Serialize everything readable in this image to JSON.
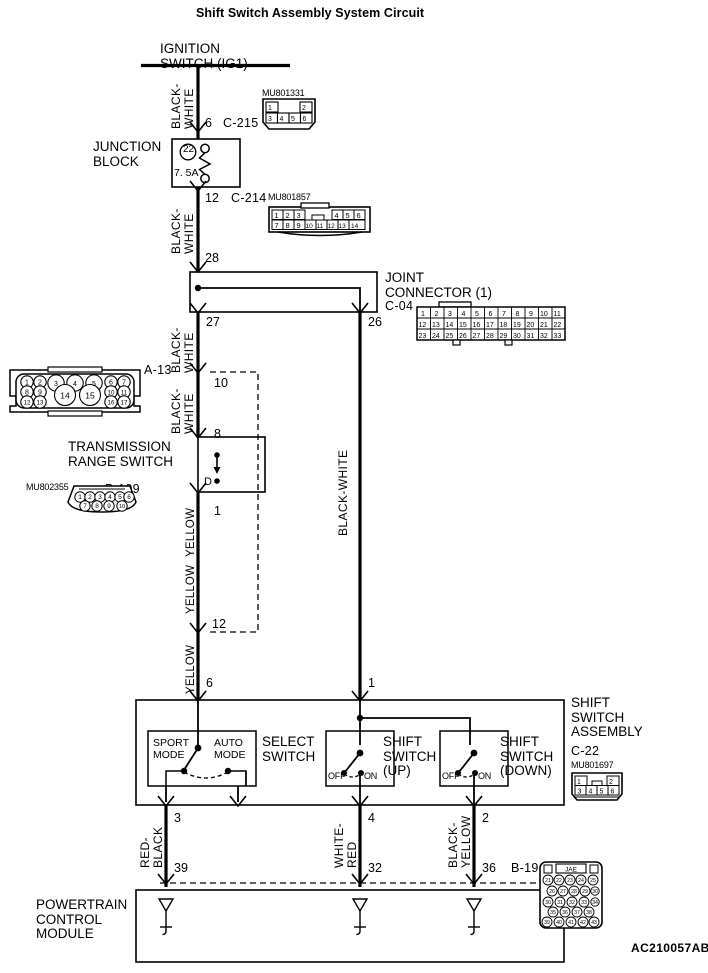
{
  "diagram": {
    "title": "Shift Switch Assembly System Circuit",
    "drawing_id": "AC210057AB"
  },
  "components": {
    "ignition_switch": {
      "label": "IGNITION\nSWITCH (IG1)"
    },
    "junction_block": {
      "label": "JUNCTION\nBLOCK",
      "fuse_number": "22",
      "fuse_rating": "7. 5A"
    },
    "joint_connector": {
      "label": "JOINT\nCONNECTOR (1)",
      "code": "C-04"
    },
    "transmission_range_switch": {
      "label": "TRANSMISSION\nRANGE SWITCH",
      "position_marker": "D"
    },
    "shift_switch_assembly": {
      "label": "SHIFT\nSWITCH\nASSEMBLY",
      "code": "C-22"
    },
    "select_switch": {
      "label": "SELECT\nSWITCH",
      "left_position": "SPORT\nMODE",
      "right_position": "AUTO\nMODE"
    },
    "shift_switch_up": {
      "label": "SHIFT\nSWITCH\n(UP)",
      "off": "OFF",
      "on": "ON"
    },
    "shift_switch_down": {
      "label": "SHIFT\nSWITCH\n(DOWN)",
      "off": "OFF",
      "on": "ON"
    },
    "powertrain_control_module": {
      "label": "POWERTRAIN\nCONTROL\nMODULE"
    }
  },
  "connectors": [
    {
      "name": "C-215",
      "part": "MU801331",
      "code": "C-215",
      "terminal": "6"
    },
    {
      "name": "C-214",
      "part": "MU801857",
      "code": "C-214",
      "terminal": "12"
    },
    {
      "name": "C-04",
      "part": "",
      "code": "C-04",
      "terminal": ""
    },
    {
      "name": "A-13",
      "part": "",
      "code": "A-13",
      "terminal": ""
    },
    {
      "name": "B-109",
      "part": "MU802355",
      "code": "B-109",
      "terminal": ""
    },
    {
      "name": "C-22",
      "part": "MU801697",
      "code": "C-22",
      "terminal": ""
    },
    {
      "name": "B-19",
      "part": "JAE",
      "code": "B-19",
      "terminal": "36"
    }
  ],
  "connector_pins": {
    "c215": {
      "row1": [
        "1",
        "",
        "",
        "2"
      ],
      "row2": [
        "3",
        "4",
        "5",
        "6"
      ]
    },
    "c214": {
      "row1": [
        "1",
        "2",
        "3",
        "",
        "",
        "4",
        "5",
        "6"
      ],
      "row2": [
        "7",
        "8",
        "9",
        "10",
        "11",
        "12",
        "13",
        "14"
      ]
    },
    "c04": {
      "row1": [
        "1",
        "2",
        "3",
        "4",
        "5",
        "6",
        "7",
        "8",
        "9",
        "10",
        "11"
      ],
      "row2": [
        "12",
        "13",
        "14",
        "15",
        "16",
        "17",
        "18",
        "19",
        "20",
        "21",
        "22"
      ],
      "row3": [
        "23",
        "24",
        "25",
        "26",
        "27",
        "28",
        "29",
        "30",
        "31",
        "32",
        "33"
      ]
    },
    "a13": {
      "row1": [
        "1",
        "2",
        "3",
        "4",
        "5",
        "6",
        "7"
      ],
      "row2": [
        "8",
        "9",
        "14",
        "15",
        "10",
        "11"
      ],
      "row3": [
        "12",
        "13",
        "16",
        "17"
      ]
    },
    "b109": {
      "row1": [
        "1",
        "2",
        "3",
        "4",
        "5",
        "6"
      ],
      "row2": [
        "7",
        "8",
        "9",
        "10"
      ]
    },
    "c22": {
      "row1": [
        "1",
        "",
        "",
        "2"
      ],
      "row2": [
        "3",
        "4",
        "5",
        "6"
      ]
    },
    "b19": {
      "label": "JAE",
      "row1": [
        "21",
        "22",
        "23",
        "24",
        "25"
      ],
      "row2": [
        "26",
        "27",
        "28",
        "29",
        "30"
      ],
      "row3": [
        "31",
        "32",
        "33",
        "34"
      ],
      "row4": [
        "35",
        "36",
        "37",
        "38"
      ],
      "row5": [
        "39",
        "40",
        "41",
        "42",
        "43"
      ]
    }
  },
  "wires": [
    {
      "id": "w1",
      "color": "BLACK-\nWHITE",
      "from": "ignition",
      "to": "C-215 pin 6"
    },
    {
      "id": "w2",
      "color": "BLACK-\nWHITE",
      "from": "C-214 pin 12",
      "to": "joint connector 28"
    },
    {
      "id": "w3",
      "color": "BLACK-\nWHITE",
      "from": "joint connector 27",
      "to": "A-13 pin 10"
    },
    {
      "id": "w4",
      "color": "BLACK-\nWHITE",
      "from": "A-13 pin 10",
      "to": "B-109 pin 8"
    },
    {
      "id": "w5",
      "color": "YELLOW",
      "from": "B-109 pin 1",
      "to": "A-13 pin 12"
    },
    {
      "id": "w6",
      "color": "YELLOW",
      "from": "A-13 pin 12",
      "to": "C-22 pin 6"
    },
    {
      "id": "w7",
      "color": "BLACK-WHITE",
      "from": "joint connector 26",
      "to": "C-22 pin 1"
    },
    {
      "id": "w8",
      "color": "RED-\nBLACK",
      "from": "C-22 pin 3",
      "to": "B-19 pin 39"
    },
    {
      "id": "w9",
      "color": "WHITE-\nRED",
      "from": "C-22 pin 4",
      "to": "B-19 pin 32"
    },
    {
      "id": "w10",
      "color": "BLACK-\nYELLOW",
      "from": "C-22 pin 2",
      "to": "B-19 pin 36"
    }
  ],
  "terminal_numbers": {
    "c215_6": "6",
    "c214_12": "12",
    "jc_28": "28",
    "jc_27": "27",
    "jc_26": "26",
    "a13_10": "10",
    "b109_8": "8",
    "b109_1": "1",
    "a13_12": "12",
    "c22_6": "6",
    "c22_1": "1",
    "c22_3": "3",
    "c22_4": "4",
    "c22_2": "2",
    "pcm_39": "39",
    "pcm_32": "32",
    "pcm_36": "36"
  }
}
